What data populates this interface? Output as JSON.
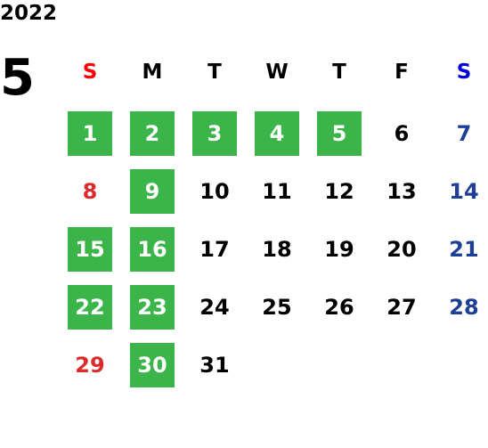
{
  "year": "2022",
  "month": "5",
  "weekdays": [
    "S",
    "M",
    "T",
    "W",
    "T",
    "F",
    "S"
  ],
  "days": [
    [
      "1",
      "2",
      "3",
      "4",
      "5",
      "6",
      "7"
    ],
    [
      "8",
      "9",
      "10",
      "11",
      "12",
      "13",
      "14"
    ],
    [
      "15",
      "16",
      "17",
      "18",
      "19",
      "20",
      "21"
    ],
    [
      "22",
      "23",
      "24",
      "25",
      "26",
      "27",
      "28"
    ],
    [
      "29",
      "30",
      "31",
      "",
      "",
      "",
      ""
    ]
  ],
  "highlighted_days": [
    "1",
    "2",
    "3",
    "4",
    "5",
    "9",
    "15",
    "16",
    "22",
    "23",
    "30"
  ],
  "colors": {
    "highlight": "#3bb54a",
    "sunday": "#dd2a2a",
    "saturday": "#1f3f96",
    "sunday_header": "#ff0000",
    "saturday_header": "#0000dd",
    "text": "#000000"
  }
}
